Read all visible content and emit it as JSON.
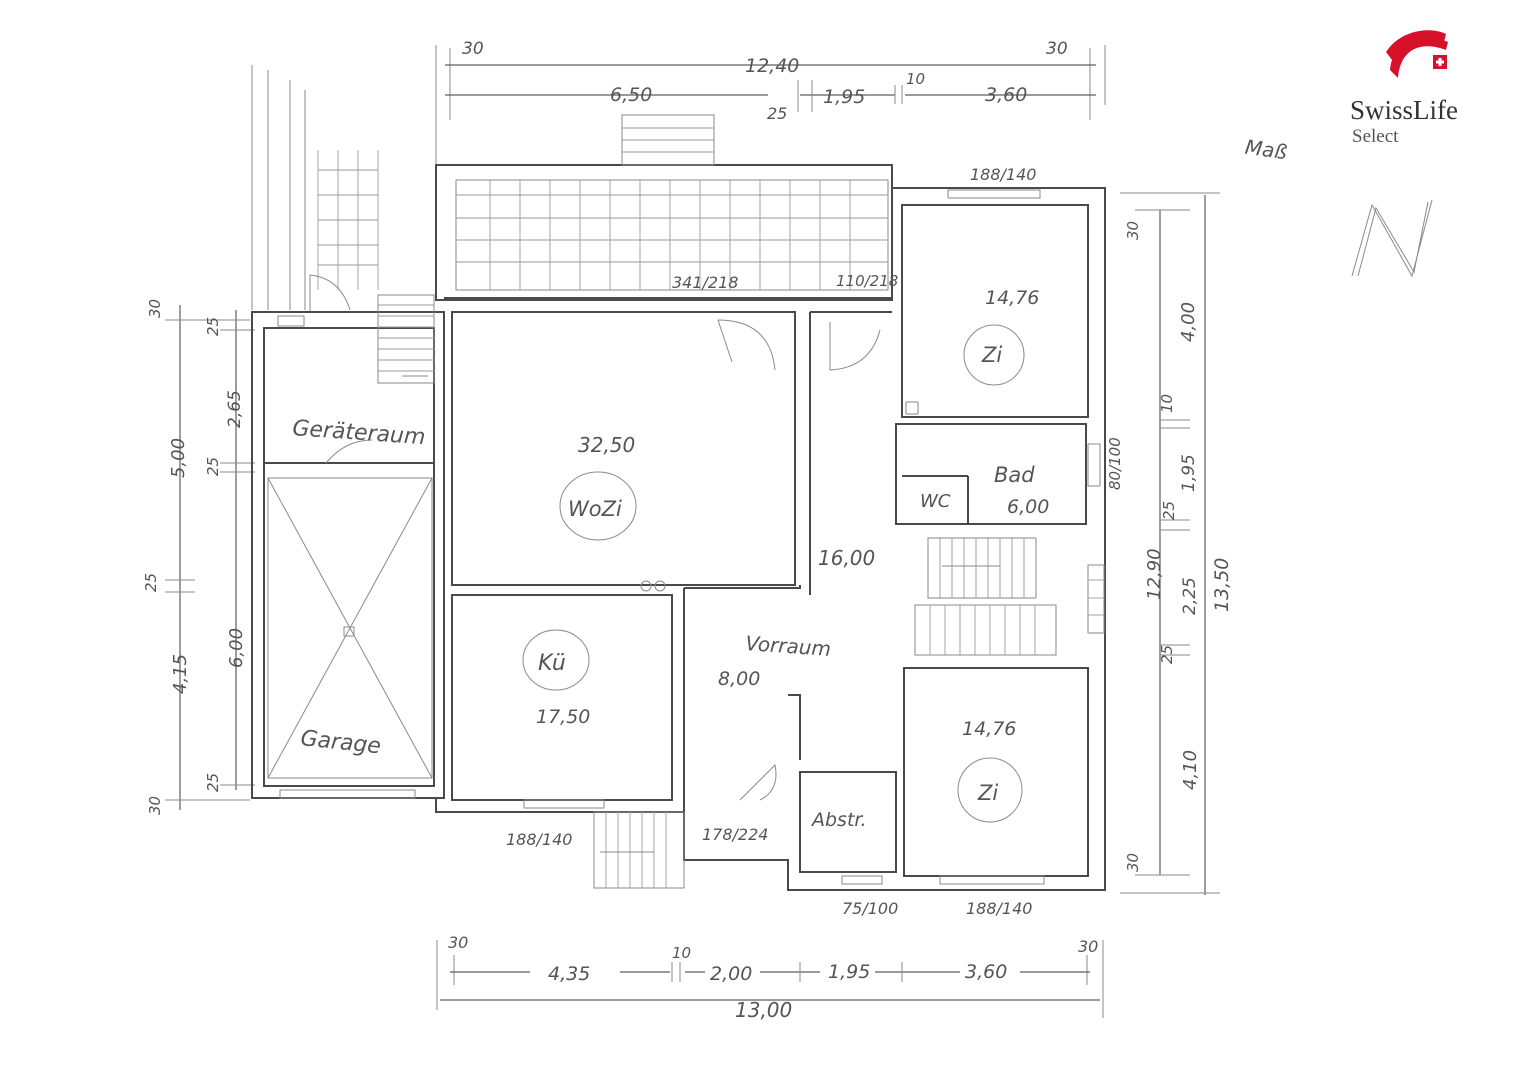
{
  "brand": {
    "name": "SwissLife",
    "sub": "Select",
    "color": "#d8112a"
  },
  "compass": {
    "label": "Maß",
    "north": "N"
  },
  "rooms": {
    "wozi": {
      "area": "32,50",
      "name": "WoZi"
    },
    "zi_top": {
      "area": "14,76",
      "name": "Zi"
    },
    "zi_bottom": {
      "area": "14,76",
      "name": "Zi"
    },
    "bad": {
      "name": "Bad",
      "area": "6,00"
    },
    "wc": {
      "name": "WC"
    },
    "kue": {
      "name": "Kü",
      "area": "17,50"
    },
    "vorraum": {
      "name": "Vorraum",
      "area": "8,00"
    },
    "flur": {
      "area": "16,00"
    },
    "geraeteraum": {
      "name": "Geräteraum"
    },
    "garage": {
      "name": "Garage"
    },
    "abstr": {
      "name": "Abstr."
    }
  },
  "windows": {
    "w_top": "341/218",
    "w_top_right": "110/218",
    "w_zi_top": "188/140",
    "w_bad": "80/100",
    "w_kue": "188/140",
    "w_entry": "178/224",
    "w_abstr": "75/100",
    "w_zi_bottom": "188/140"
  },
  "dimensions": {
    "top_left_30": "30",
    "top_right_30": "30",
    "top_total": "12,40",
    "top_650": "6,50",
    "top_25": "25",
    "top_195": "1,95",
    "top_10": "10",
    "top_360": "3,60",
    "left_30_top": "30",
    "left_25_a": "25",
    "left_265": "2,65",
    "left_500": "5,00",
    "left_25_b": "25",
    "left_25_c": "25",
    "left_600": "6,00",
    "left_415": "4,15",
    "left_25_d": "25",
    "left_30_bottom": "30",
    "right_30_top": "30",
    "right_400": "4,00",
    "right_10": "10",
    "right_195": "1,95",
    "right_25_a": "25",
    "right_1290": "12,90",
    "right_225": "2,25",
    "right_1350": "13,50",
    "right_25_b": "25",
    "right_410": "4,10",
    "right_30_bottom": "30",
    "bottom_30_left": "30",
    "bottom_10": "10",
    "bottom_30_right": "30",
    "bottom_435": "4,35",
    "bottom_200": "2,00",
    "bottom_195": "1,95",
    "bottom_360": "3,60",
    "bottom_total": "13,00"
  }
}
